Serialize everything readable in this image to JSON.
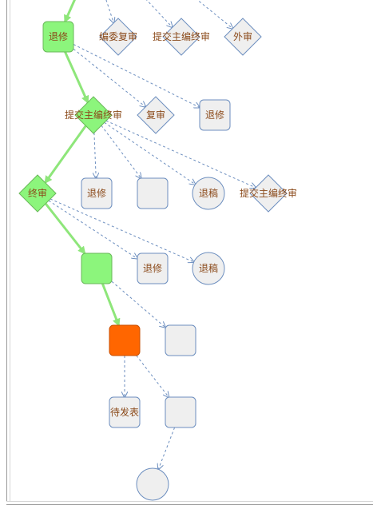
{
  "diagram": {
    "colors": {
      "node_fill": "#efefef",
      "node_stroke": "#6c8ebf",
      "active_fill": "#8cf57c",
      "active_stroke": "#6ab85a",
      "current_fill": "#ff6600",
      "current_stroke": "#c94f00",
      "path_edge": "#8ee67a",
      "dashed_edge": "#6c8ebf",
      "label": "#8b4a1a"
    },
    "nodes": [
      {
        "id": "n_tuixiu1",
        "label": "退修",
        "shape": "rect",
        "state": "active"
      },
      {
        "id": "n_bianwei",
        "label": "编委复审",
        "shape": "diamond",
        "state": "normal"
      },
      {
        "id": "n_tijiao_top",
        "label": "提交主编终审",
        "shape": "diamond",
        "state": "normal"
      },
      {
        "id": "n_waishen",
        "label": "外审",
        "shape": "diamond",
        "state": "normal"
      },
      {
        "id": "n_tijiao_main",
        "label": "提交主编终审",
        "shape": "diamond",
        "state": "active"
      },
      {
        "id": "n_fushen",
        "label": "复审",
        "shape": "diamond",
        "state": "normal"
      },
      {
        "id": "n_tuixiu2",
        "label": "退修",
        "shape": "rect",
        "state": "normal"
      },
      {
        "id": "n_zhongshen",
        "label": "终审",
        "shape": "diamond",
        "state": "active"
      },
      {
        "id": "n_tuixiu3",
        "label": "退修",
        "shape": "rect",
        "state": "normal"
      },
      {
        "id": "n_blank1",
        "label": "",
        "shape": "rect",
        "state": "normal"
      },
      {
        "id": "n_tuigao1",
        "label": "退稿",
        "shape": "circle",
        "state": "normal"
      },
      {
        "id": "n_tijiao_right",
        "label": "提交主编终审",
        "shape": "diamond",
        "state": "normal"
      },
      {
        "id": "n_green_box",
        "label": "",
        "shape": "rect",
        "state": "active"
      },
      {
        "id": "n_tuixiu4",
        "label": "退修",
        "shape": "rect",
        "state": "normal"
      },
      {
        "id": "n_tuigao2",
        "label": "退稿",
        "shape": "circle",
        "state": "normal"
      },
      {
        "id": "n_current",
        "label": "",
        "shape": "rect",
        "state": "current"
      },
      {
        "id": "n_blank2",
        "label": "",
        "shape": "rect",
        "state": "normal"
      },
      {
        "id": "n_daifabiao",
        "label": "待发表",
        "shape": "rect",
        "state": "normal"
      },
      {
        "id": "n_blank3",
        "label": "",
        "shape": "rect",
        "state": "normal"
      },
      {
        "id": "n_end",
        "label": "",
        "shape": "circle",
        "state": "normal"
      }
    ],
    "edges": [
      {
        "from": "top",
        "to": "n_tuixiu1",
        "style": "path"
      },
      {
        "from": "top",
        "to": "n_bianwei",
        "style": "dashed"
      },
      {
        "from": "top",
        "to": "n_tijiao_top",
        "style": "dashed"
      },
      {
        "from": "top",
        "to": "n_waishen",
        "style": "dashed"
      },
      {
        "from": "n_tuixiu1",
        "to": "n_tijiao_main",
        "style": "path"
      },
      {
        "from": "n_tuixiu1",
        "to": "n_fushen",
        "style": "dashed"
      },
      {
        "from": "n_tuixiu1",
        "to": "n_tuixiu2",
        "style": "dashed"
      },
      {
        "from": "n_tijiao_main",
        "to": "n_zhongshen",
        "style": "path"
      },
      {
        "from": "n_tijiao_main",
        "to": "n_tuixiu3",
        "style": "dashed"
      },
      {
        "from": "n_tijiao_main",
        "to": "n_blank1",
        "style": "dashed"
      },
      {
        "from": "n_tijiao_main",
        "to": "n_tuigao1",
        "style": "dashed"
      },
      {
        "from": "n_tijiao_main",
        "to": "n_tijiao_right",
        "style": "dashed"
      },
      {
        "from": "n_zhongshen",
        "to": "n_green_box",
        "style": "path"
      },
      {
        "from": "n_zhongshen",
        "to": "n_tuixiu4",
        "style": "dashed"
      },
      {
        "from": "n_zhongshen",
        "to": "n_tuigao2",
        "style": "dashed"
      },
      {
        "from": "n_green_box",
        "to": "n_current",
        "style": "path"
      },
      {
        "from": "n_green_box",
        "to": "n_blank2",
        "style": "dashed"
      },
      {
        "from": "n_current",
        "to": "n_daifabiao",
        "style": "dashed"
      },
      {
        "from": "n_current",
        "to": "n_blank3",
        "style": "dashed"
      },
      {
        "from": "n_blank3",
        "to": "n_end",
        "style": "dashed"
      }
    ]
  }
}
